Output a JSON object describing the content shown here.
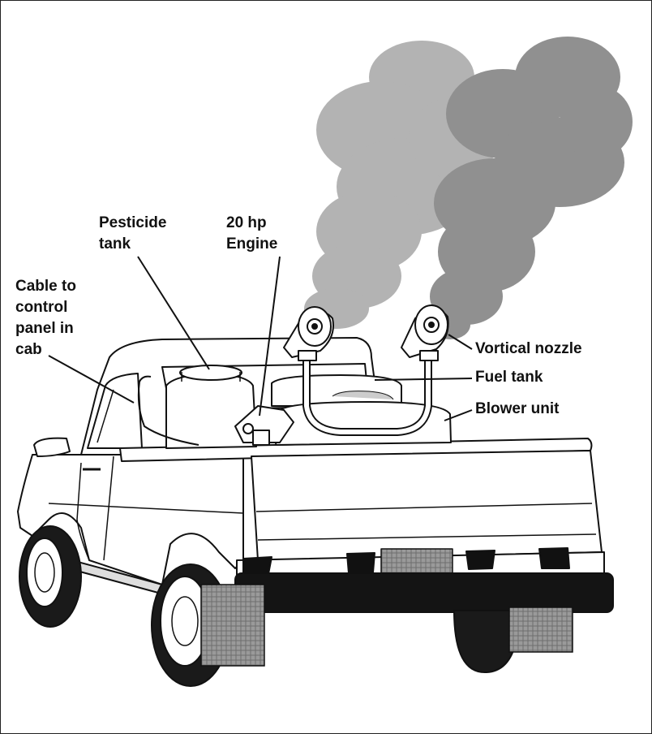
{
  "labels": {
    "pesticide_tank": "Pesticide\ntank",
    "engine": "20 hp\nEngine",
    "cable": "Cable to\ncontrol\npanel in\ncab",
    "nozzle": "Vortical nozzle",
    "fuel_tank": "Fuel tank",
    "blower": "Blower unit"
  },
  "colors": {
    "line": "#111111",
    "smoke_dark": "#8e8e8e",
    "smoke_light": "#b3b3b3",
    "tire": "#1a1a1a"
  }
}
